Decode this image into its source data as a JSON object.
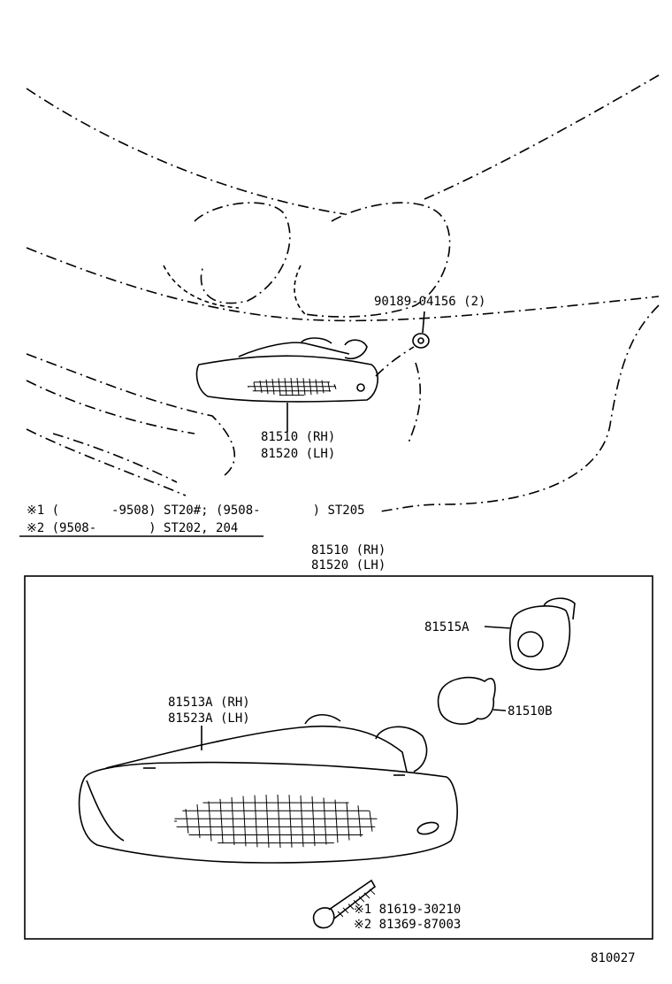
{
  "labels": {
    "screw_top": "90189-04156 (2)",
    "assy_rh_top": "81510 (RH)",
    "assy_lh_top": "81520 (LH)",
    "note1": "※1 (       -9508) ST20#; (9508-       ) ST205",
    "note2": "※2 (9508-       ) ST202, 204",
    "assy_rh_box": "81510 (RH)",
    "assy_lh_box": "81520 (LH)",
    "socket": "81515A",
    "bulb": "81510B",
    "lens_rh": "81513A (RH)",
    "lens_lh": "81523A (LH)",
    "screw_note1": "※1 81619-30210",
    "screw_note2": "※2 81369-87003",
    "figure_number": "810027"
  },
  "icons": [
    "turn-signal-lamp-icon",
    "bulb-socket-icon",
    "bulb-icon",
    "screw-icon",
    "clip-nut-icon"
  ]
}
